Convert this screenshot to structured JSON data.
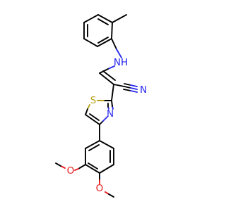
{
  "atoms": {
    "nh": "NH",
    "n_nitrile": "N",
    "s_thiazole": "S",
    "n_thiazole": "N",
    "o_meta": "O",
    "o_para": "O"
  },
  "colors": {
    "background": "#ffffff",
    "bond": "#000000",
    "nitrogen": "#2a2aef",
    "sulfur": "#b8a21c",
    "oxygen": "#e8191a"
  }
}
